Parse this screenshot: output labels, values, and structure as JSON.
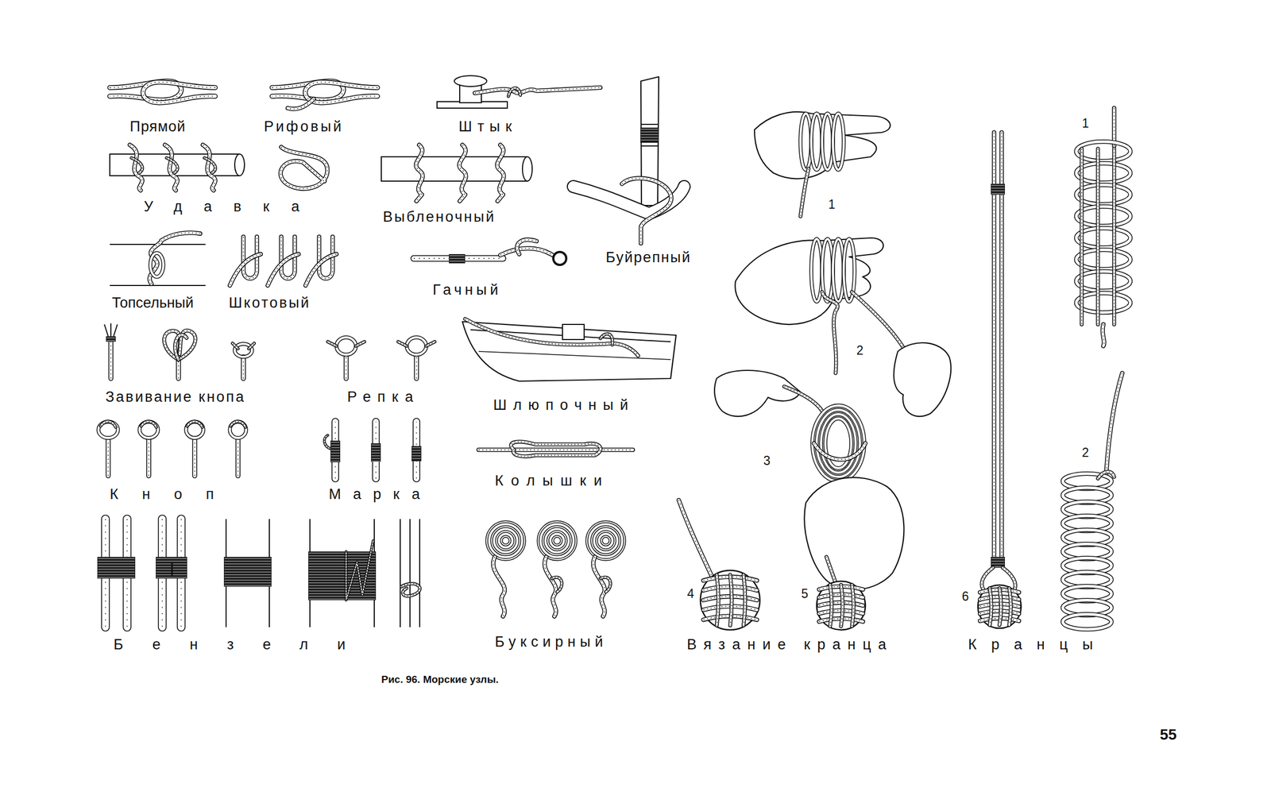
{
  "diagram": {
    "caption": "Рис. 96. Морские узлы.",
    "labels": [
      "Прямой",
      "Рифовый",
      "Штык",
      "Удавка",
      "Выбленочный",
      "Буйрепный",
      "Топсельный",
      "Шкотовый",
      "Гачный",
      "Завивание кнопа",
      "Репка",
      "Шлюпочный",
      "Кноп",
      "Марка",
      "Колышки",
      "Бензели",
      "Буксирный",
      "Вязание кранца",
      "Кранцы",
      "1",
      "2",
      "3",
      "4",
      "5",
      "6",
      "1",
      "2",
      "55"
    ]
  }
}
